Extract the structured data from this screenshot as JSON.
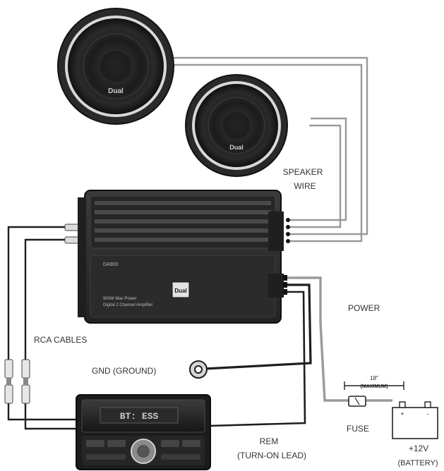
{
  "labels": {
    "speaker_wire_line1": "SPEAKER",
    "speaker_wire_line2": "WIRE",
    "power": "POWER",
    "rca_cables": "RCA CABLES",
    "gnd": "GND (GROUND)",
    "rem_line1": "REM",
    "rem_line2": "(TURN-ON LEAD)",
    "fuse": "FUSE",
    "battery_line1": "+12V",
    "battery_line2": "(BATTERY)",
    "fuse_distance_value": "18\"",
    "fuse_distance_note": "(MAXIMUM)"
  },
  "branding": {
    "speaker_logo": "Dual",
    "amp_logo": "Dual",
    "amp_model": "DA900",
    "amp_desc_line1": "900W Max Power",
    "amp_desc_line2": "Digital 2 Channel Amplifier",
    "stereo_display": "BT:  ESS"
  },
  "colors": {
    "wire": "#9a9a9a",
    "speaker_cone": "#1c1c1c",
    "amp_body": "#2e2e2e",
    "label_text": "#333333"
  }
}
